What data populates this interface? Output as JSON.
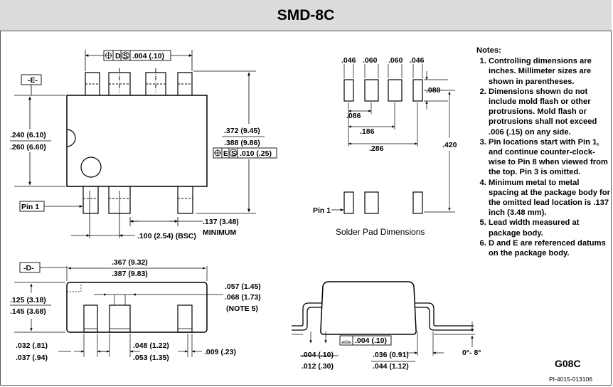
{
  "title": "SMD-8C",
  "top_view": {
    "datum_e": "-E-",
    "tol_top": ".004 (.10)",
    "tol_top_d": "D",
    "tol_top_s": "S",
    "width_min": ".240 (6.10)",
    "width_max": ".260 (6.60)",
    "length_min": ".372 (9.45)",
    "length_max": ".388 (9.86)",
    "tol_right_e": "E",
    "tol_right_s": "S",
    "tol_right": ".010 (.25)",
    "pin1_label": "Pin 1",
    "min_gap": ".137 (3.48)",
    "min_gap_note": "MINIMUM",
    "pitch": ".100 (2.54) (BSC)"
  },
  "pads": {
    "w1": ".046",
    "w2": ".060",
    "w3": ".060",
    "w4": ".046",
    "pad_height": ".080",
    "d1": ".086",
    "d2": ".186",
    "d3": ".286",
    "span": ".420",
    "pin1_label": "Pin 1",
    "caption": "Solder Pad Dimensions"
  },
  "side_view": {
    "datum_d": "-D-",
    "len_min": ".367 (9.32)",
    "len_max": ".387 (9.83)",
    "h_min": ".125 (3.18)",
    "h_max": ".145 (3.68)",
    "lead_min": ".057 (1.45)",
    "lead_max": ".068 (1.73)",
    "lead_note": "(NOTE 5)",
    "b_min": ".032 (.81)",
    "b_max": ".037 (.94)",
    "c_min": ".048 (1.22)",
    "c_max": ".053 (1.35)",
    "d": ".009 (.23)"
  },
  "end_view": {
    "flat": ".004 (.10)",
    "e_min": ".004 (.10)",
    "e_max": ".012 (.30)",
    "f_min": ".036 (0.91)",
    "f_max": ".044 (1.12)",
    "angle": "0°- 8°"
  },
  "notes": {
    "heading": "Notes:",
    "items": [
      "Controlling dimensions are inches. Millimeter sizes are shown in parentheses.",
      "Dimensions shown do not include mold flash or other protrusions. Mold flash or protrusions shall not exceed .006 (.15) on any side.",
      "Pin locations start with Pin 1, and continue counter-clock-wise to Pin 8 when viewed from the top. Pin 3 is omitted.",
      "Minimum metal to metal spacing at the package body for the omitted lead location is .137 inch (3.48 mm).",
      "Lead width measured at package body.",
      "D and E are referenced datums on the package body."
    ]
  },
  "code": "G08C",
  "doc_id": "PI-4015-013106"
}
